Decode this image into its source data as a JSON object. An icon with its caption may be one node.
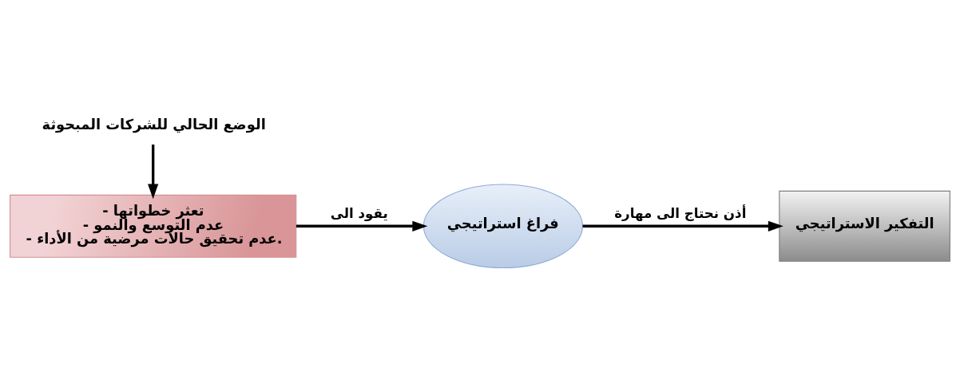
{
  "diagram": {
    "nodes": [
      {
        "text": [
          "الوضع الحالي للشركات المبحوثة"
        ]
      },
      {
        "text": [
          "- تعثر خطواتها",
          "- عدم التوسع والنمو",
          "- عدم تحقيق حالات مرضية من الأداء."
        ]
      },
      {
        "text": [
          "فراغ استراتيجي"
        ]
      },
      {
        "text": [
          "التفكير الاستراتيجي"
        ]
      }
    ],
    "edges": [
      {
        "from": 0,
        "to": 1,
        "arrow": "to"
      },
      {
        "from": 1,
        "to": 2,
        "arrow": "to",
        "label": "يقود الى"
      },
      {
        "from": 2,
        "to": 3,
        "arrow": "to",
        "label": "أذن نحتاج الى مهارة"
      }
    ]
  }
}
